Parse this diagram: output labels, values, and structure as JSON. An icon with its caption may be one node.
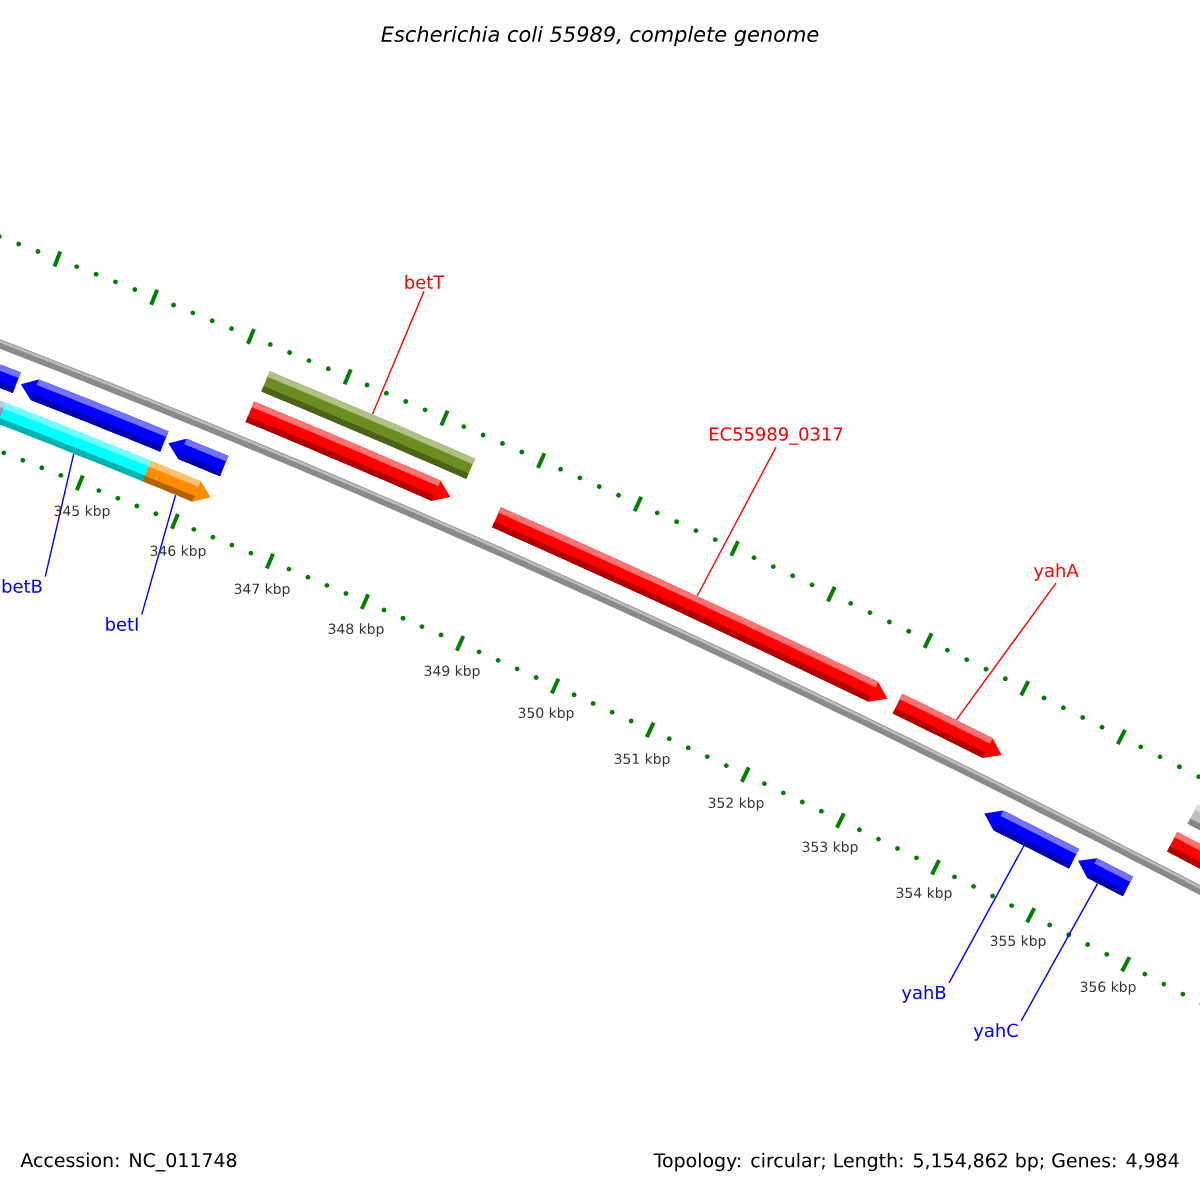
{
  "diagram": {
    "title": "Escherichia coli 55989, complete genome",
    "nodes": [
      {
        "text": [
          "betT"
        ]
      },
      {
        "text": [
          "EC55989_0317"
        ]
      },
      {
        "text": [
          "yahA"
        ]
      },
      {
        "text": [
          "betB"
        ]
      },
      {
        "text": [
          "betI"
        ]
      },
      {
        "text": [
          "yahB"
        ]
      },
      {
        "text": [
          "yahC"
        ]
      },
      {
        "text": [],
        "shape": "bar"
      },
      {
        "text": [],
        "shape": "bar"
      },
      {
        "text": [],
        "shape": "bar"
      },
      {
        "text": [],
        "shape": "bar"
      },
      {
        "text": [],
        "shape": "bar"
      },
      {
        "text": [],
        "shape": "bar"
      },
      {
        "text": [],
        "shape": "bar"
      },
      {
        "text": [],
        "shape": "bar"
      },
      {
        "text": [],
        "shape": "bar"
      },
      {
        "text": [],
        "shape": "bar"
      },
      {
        "text": [],
        "shape": "bar"
      },
      {
        "text": [],
        "shape": "bar"
      },
      {
        "text": [],
        "shape": "bar"
      },
      {
        "text": [],
        "shape": "bar"
      }
    ],
    "edges": [
      {
        "from": 0,
        "to": 14,
        "arrow": "none",
        "color": "#ff0000"
      },
      {
        "from": 1,
        "to": 15,
        "arrow": "none",
        "color": "#ff0000"
      },
      {
        "from": 2,
        "to": 16,
        "arrow": "none",
        "color": "#ff0000"
      },
      {
        "from": 3,
        "to": 9,
        "arrow": "none"
      },
      {
        "from": 4,
        "to": 11,
        "arrow": "none"
      },
      {
        "from": 5,
        "to": 17,
        "arrow": "none"
      },
      {
        "from": 6,
        "to": 18,
        "arrow": "none"
      }
    ],
    "labels": [
      "345 kbp",
      "346 kbp",
      "347 kbp",
      "348 kbp",
      "349 kbp",
      "350 kbp",
      "351 kbp",
      "352 kbp",
      "353 kbp",
      "354 kbp",
      "355 kbp",
      "356 kbp",
      "Accession: NC_011748",
      "Topology: circular; Length: 5,154,862 bp; Genes: 4,984"
    ]
  }
}
